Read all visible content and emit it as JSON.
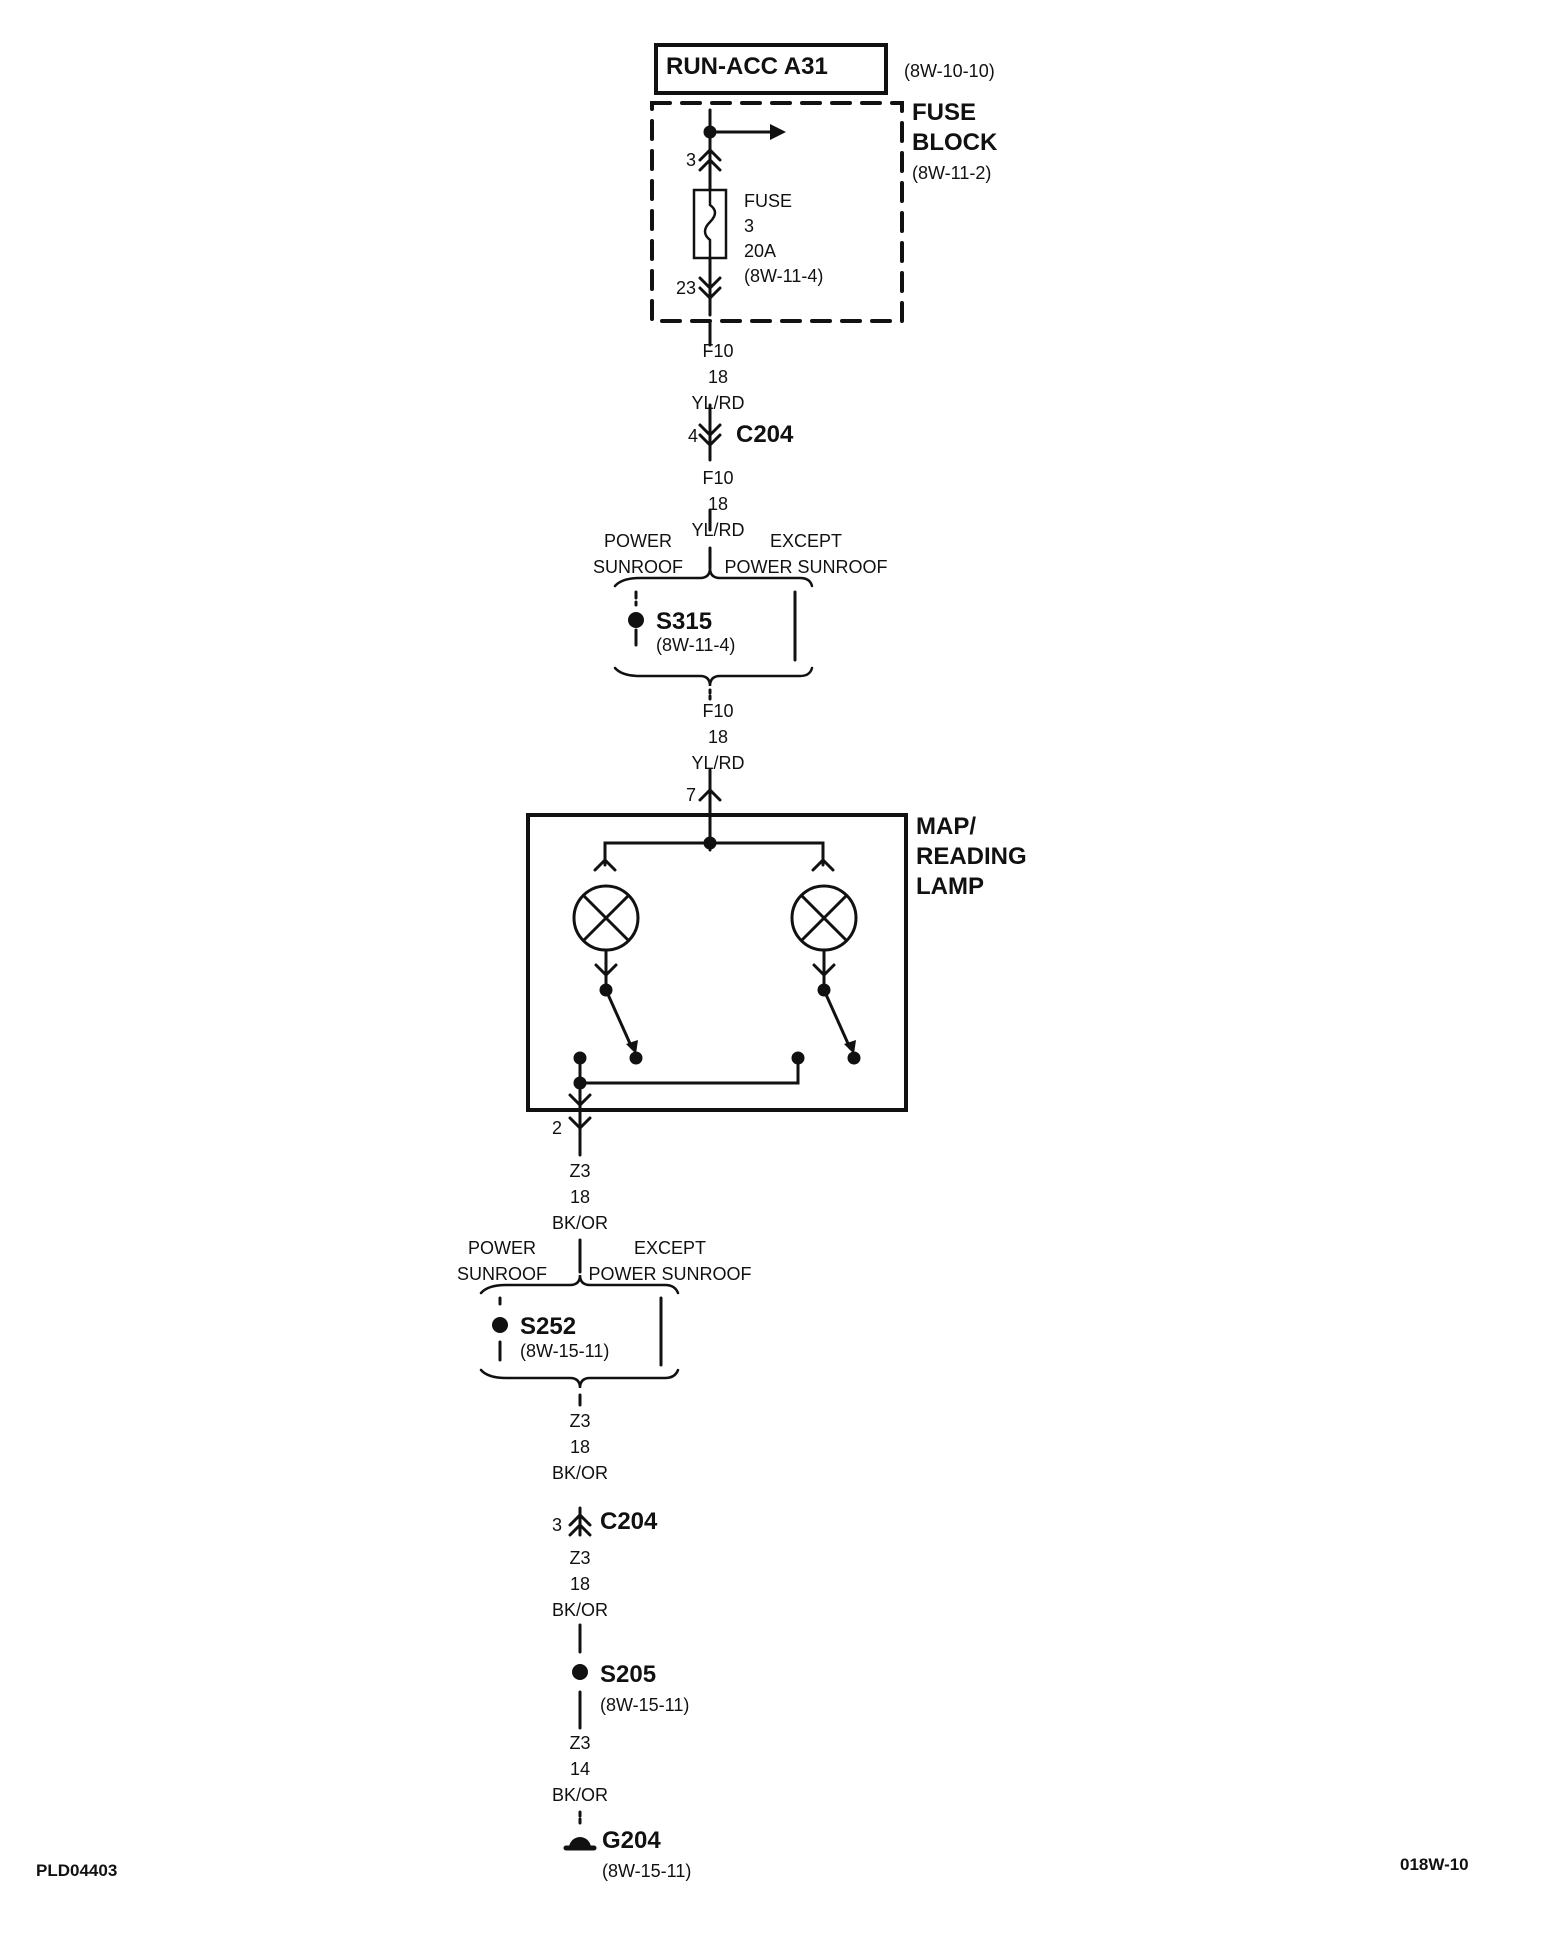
{
  "power_source": {
    "label": "RUN-ACC A31",
    "ref": "(8W-10-10)"
  },
  "fuse_block": {
    "title_line1": "FUSE",
    "title_line2": "BLOCK",
    "ref": "(8W-11-2)",
    "pin_in": "3",
    "pin_out": "23",
    "fuse": {
      "line1": "FUSE",
      "line2": "3",
      "rating": "20A",
      "ref": "(8W-11-4)"
    }
  },
  "wire_f10_a": {
    "circuit": "F10",
    "gauge": "18",
    "color": "YL/RD"
  },
  "connector_c204_top": {
    "pin": "4",
    "name": "C204"
  },
  "wire_f10_b": {
    "circuit": "F10",
    "gauge": "18",
    "color": "YL/RD"
  },
  "option_top": {
    "left_line1": "POWER",
    "left_line2": "SUNROOF",
    "right_line1": "EXCEPT",
    "right_line2": "POWER SUNROOF"
  },
  "splice_s315": {
    "name": "S315",
    "ref": "(8W-11-4)"
  },
  "wire_f10_c": {
    "circuit": "F10",
    "gauge": "18",
    "color": "YL/RD"
  },
  "map_lamp": {
    "pin_in": "7",
    "pin_out": "2",
    "title_line1": "MAP/",
    "title_line2": "READING",
    "title_line3": "LAMP"
  },
  "wire_z3_a": {
    "circuit": "Z3",
    "gauge": "18",
    "color": "BK/OR"
  },
  "option_bottom": {
    "left_line1": "POWER",
    "left_line2": "SUNROOF",
    "right_line1": "EXCEPT",
    "right_line2": "POWER SUNROOF"
  },
  "splice_s252": {
    "name": "S252",
    "ref": "(8W-15-11)"
  },
  "wire_z3_b": {
    "circuit": "Z3",
    "gauge": "18",
    "color": "BK/OR"
  },
  "connector_c204_bottom": {
    "pin": "3",
    "name": "C204"
  },
  "wire_z3_c": {
    "circuit": "Z3",
    "gauge": "18",
    "color": "BK/OR"
  },
  "splice_s205": {
    "name": "S205",
    "ref": "(8W-15-11)"
  },
  "wire_z3_d": {
    "circuit": "Z3",
    "gauge": "14",
    "color": "BK/OR"
  },
  "ground_g204": {
    "name": "G204",
    "ref": "(8W-15-11)"
  },
  "footer": {
    "left": "PLD04403",
    "right": "018W-10"
  }
}
